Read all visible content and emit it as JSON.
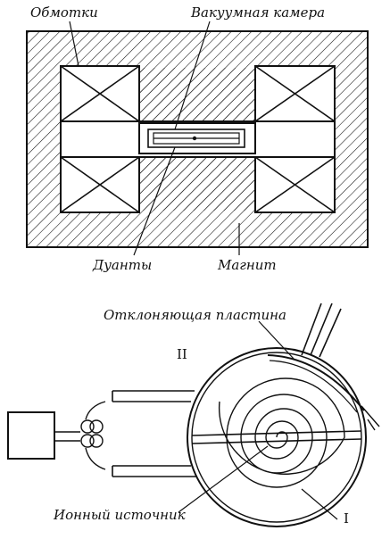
{
  "top_figure": {
    "labels": {
      "windings": "Обмотки",
      "vacuum_chamber": "Вакуумная камера",
      "dees": "Дуанты",
      "magnet": "Магнит"
    }
  },
  "bottom_figure": {
    "labels": {
      "deflecting_plate": "Отклоняющая пластина",
      "dee_two": "II",
      "dee_one": "I",
      "ion_source": "Ионный источник"
    }
  },
  "colors": {
    "ink": "#111111",
    "paper": "#ffffff"
  }
}
